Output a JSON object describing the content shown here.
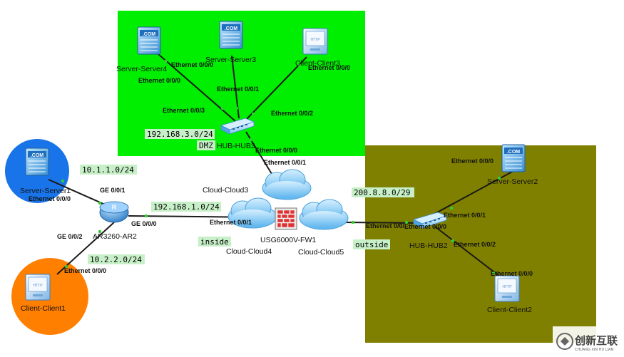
{
  "colors": {
    "dmz_zone": "#00ee00",
    "outside_zone": "#808000",
    "server1_circle": "#1874e8",
    "client1_circle": "#ff7f00",
    "label_bg": "#c8f0c8",
    "port_dot": "#33cc33"
  },
  "zones": {
    "dmz_net": "192.168.3.0/24",
    "dmz_name": "DMZ",
    "inside_net": "192.168.1.0/24",
    "inside_name": "inside",
    "outside_net": "200.8.8.0/29",
    "outside_name": "outside",
    "net1": "10.1.1.0/24",
    "net2": "10.2.2.0/24"
  },
  "devices": {
    "server4": "Server-Server4",
    "server3": "Server-Server3",
    "client3": "Client-Client3",
    "hub3": "HUB-HUB3",
    "server1": "Server-Server1",
    "ar2": "AR3260-AR2",
    "client1": "Client-Client1",
    "cloud3": "Cloud-Cloud3",
    "cloud4": "Cloud-Cloud4",
    "cloud5": "Cloud-Cloud5",
    "fw": "USG6000V-FW1",
    "server2": "Server-Server2",
    "hub2": "HUB-HUB2",
    "client2": "Client-Client2"
  },
  "ports": {
    "server4_eth": "Ethernet 0/0/0",
    "server3_eth": "Ethernet 0/0/0",
    "hub3_p0": "Ethernet 0/0/0",
    "hub3_p1": "Ethernet 0/0/1",
    "client3_eth": "Ethernet 0/0/0",
    "hub3_p3": "Ethernet 0/0/3",
    "hub3_p2": "Ethernet 0/0/2",
    "hub3_up": "Ethernet 0/0/0",
    "cloud3_p1": "Ethernet 0/0/1",
    "server1_eth": "Ethernet 0/0/0",
    "ar2_g1": "GE 0/0/1",
    "ar2_g2": "GE 0/0/2",
    "ar2_g0": "GE 0/0/0",
    "cloud4_p1": "Ethernet 0/0/1",
    "client1_eth": "Ethernet 0/0/0",
    "cloud5_p": "Ethernet 0/0/",
    "hub2_p0": "Ethernet 0/0/0",
    "server2_eth": "Ethernet 0/0/0",
    "hub2_p1": "Ethernet 0/0/1",
    "hub2_p2": "Ethernet 0/0/2",
    "client2_eth": "Ethernet 0/0/0"
  },
  "icons": {
    "server_tag": ".COM",
    "client_tag": "HTTP",
    "router_tag": "R"
  },
  "watermark": {
    "cn": "创新互联",
    "en": "CHUANG XIN HU LIAN"
  }
}
